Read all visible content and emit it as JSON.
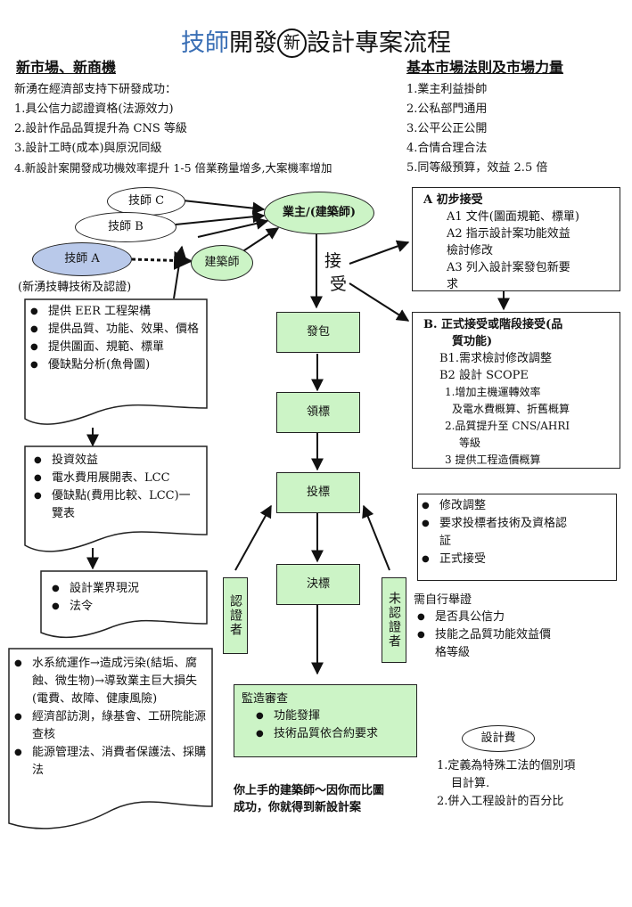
{
  "title": {
    "part1": "技師",
    "part2": "開發",
    "circled": "新",
    "part3": "設計專案流程"
  },
  "left_header": "新市場、新商機",
  "left_intro": [
    "新湧在經濟部支持下研發成功：",
    "1.具公信力認證資格(法源效力)",
    "2.設計作品品質提升為 CNS 等級",
    "3.設計工時(成本)與原況同級",
    "4.新設計案開發成功機效率提升 1-5 倍業務量增多,大案機率增加"
  ],
  "right_header": "基本市場法則及市場力量",
  "right_intro": [
    "1.業主利益掛帥",
    "2.公私部門通用",
    "3.公平公正公開",
    "4.合情合理合法",
    "5.同等級預算，效益 2.5 倍"
  ],
  "ovals": {
    "techC": "技師 C",
    "techB": "技師 B",
    "techA": "技師 A",
    "architect": "建築師",
    "owner": "業主/(建築師)",
    "fee": "設計費"
  },
  "techA_note": "(新湧技轉技術及認證)",
  "accept_label": [
    "接",
    "受"
  ],
  "box_a": {
    "title": "A  初步接受",
    "lines": [
      "A1 文件(圖面規範、標單)",
      "A2  指示設計案功能效益",
      "檢討修改",
      "A3  列入設計案發包新要",
      "求"
    ]
  },
  "box_b": {
    "title_lines": [
      "B.  正式接受或階段接受(品",
      "質功能)"
    ],
    "lines": [
      "B1.需求檢討修改調整",
      "B2  設計 SCOPE",
      "1.增加主機運轉效率",
      "及電水費概算、折舊概算",
      "2.品質提升至 CNS/AHRI",
      "等級",
      "3  提供工程造價概算"
    ]
  },
  "doc1": [
    "提供 EER 工程架構",
    "提供品質、功能、效果、價格",
    "提供圖面、規範、標單",
    "優缺點分析(魚骨圖)"
  ],
  "doc2": [
    "投資效益",
    "電水費用展開表、LCC",
    "優缺點(費用比較、LCC)一覽表"
  ],
  "doc3": [
    "設計業界現況",
    "法令"
  ],
  "doc4": [
    "水系統運作→造成污染(結垢、腐蝕、微生物)→導致業主巨大損失(電費、故障、健康風險)",
    "經濟部訪測，綠基會、工研院能源查核",
    "能源管理法、消費者保護法、採購法"
  ],
  "flow": {
    "contract": "發包",
    "receive": "領標",
    "bid": "投標",
    "award": "決標"
  },
  "certified": "認證者",
  "uncertified": "未認證者",
  "bid_notes": [
    "修改調整",
    "要求投標者技術及資格認証",
    "正式接受"
  ],
  "self_proof": {
    "title": "需自行舉證",
    "items": [
      "是否具公信力",
      "技能之品質功能效益價格等級"
    ]
  },
  "supervision": {
    "title": "監造審查",
    "items": [
      "功能發揮",
      "技術品質依合約要求"
    ]
  },
  "slogan": [
    "你上手的建築師～因你而比圖",
    "成功，你就得到新設計案"
  ],
  "fee_items": [
    "1.定義為特殊工法的個別項",
    "目計算.",
    "2.併入工程設計的百分比"
  ],
  "colors": {
    "green": "#ccf4c6",
    "blue_oval": "#b9c9ea",
    "title_blue": "#3a6fb5"
  }
}
